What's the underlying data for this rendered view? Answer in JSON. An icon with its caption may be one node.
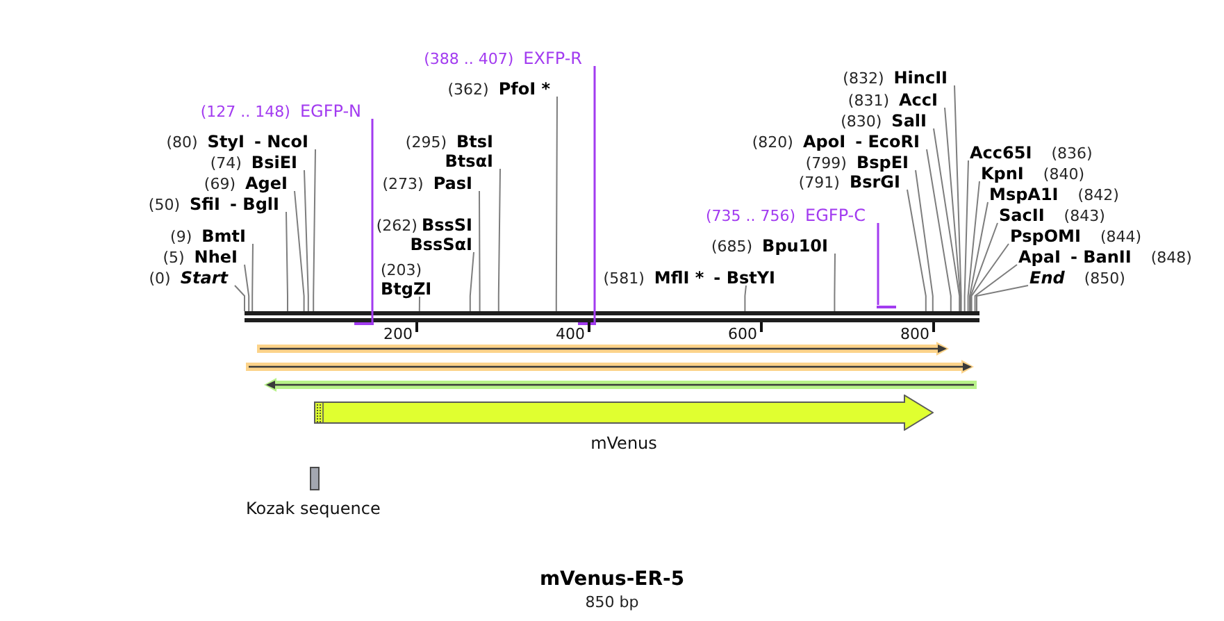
{
  "diagram": {
    "title": "mVenus-ER-5",
    "caption": "850 bp",
    "nodes": [
      {
        "text": [
          "(388 .. 407)",
          "EXFP-R"
        ]
      },
      {
        "text": [
          "(832)",
          "HincII"
        ]
      },
      {
        "text": [
          "(362)",
          "PfoI *"
        ]
      },
      {
        "text": [
          "(831)",
          "AccI"
        ]
      },
      {
        "text": [
          "(127 .. 148)",
          "EGFP-N"
        ]
      },
      {
        "text": [
          "(830)",
          "SalI"
        ]
      },
      {
        "text": [
          "(80)",
          "StyI",
          "- NcoI"
        ]
      },
      {
        "text": [
          "(295)",
          "BtsI",
          "BtsαI"
        ]
      },
      {
        "text": [
          "(820)",
          "ApoI",
          "- EcoRI"
        ]
      },
      {
        "text": [
          "Acc65I",
          "(836)"
        ]
      },
      {
        "text": [
          "(74)",
          "BsiEI"
        ]
      },
      {
        "text": [
          "(799)",
          "BspEI"
        ]
      },
      {
        "text": [
          "KpnI",
          "(840)"
        ]
      },
      {
        "text": [
          "(69)",
          "AgeI"
        ]
      },
      {
        "text": [
          "(273)",
          "PasI"
        ]
      },
      {
        "text": [
          "(791)",
          "BsrGI"
        ]
      },
      {
        "text": [
          "MspA1I",
          "(842)"
        ]
      },
      {
        "text": [
          "(50)",
          "SfiI",
          "- BglI"
        ]
      },
      {
        "text": [
          "(735 .. 756)",
          "EGFP-C"
        ]
      },
      {
        "text": [
          "SacII",
          "(843)"
        ]
      },
      {
        "text": [
          "(262)",
          "BssSI",
          "BssSαI"
        ]
      },
      {
        "text": [
          "(9)",
          "BmtI"
        ]
      },
      {
        "text": [
          "PspOMI",
          "(844)"
        ]
      },
      {
        "text": [
          "(685)",
          "Bpu10I"
        ]
      },
      {
        "text": [
          "(5)",
          "NheI"
        ]
      },
      {
        "text": [
          "ApaI",
          "- BanII",
          "(848)"
        ]
      },
      {
        "text": [
          "(0)",
          "Start"
        ]
      },
      {
        "text": [
          "(203)",
          "BtgZI"
        ]
      },
      {
        "text": [
          "(581)",
          "MflI *",
          "- BstYI"
        ]
      },
      {
        "text": [
          "End",
          "(850)"
        ]
      },
      {
        "text": [],
        "shape": "bar"
      },
      {
        "text": [],
        "shape": "bar"
      },
      {
        "text": [],
        "shape": "bar"
      },
      {
        "text": [],
        "shape": "bar"
      },
      {
        "text": [],
        "shape": "arrow"
      },
      {
        "text": [],
        "shape": "arrow"
      },
      {
        "text": [],
        "shape": "arrow"
      },
      {
        "text": [
          "mVenus"
        ]
      },
      {
        "text": [
          "Kozak sequence"
        ]
      }
    ],
    "edges": [
      {
        "from": 0,
        "to": 32,
        "arrow": "none",
        "color": "#a23bf0"
      },
      {
        "from": 1,
        "to": 30,
        "arrow": "none"
      },
      {
        "from": 2,
        "to": 30,
        "arrow": "none"
      },
      {
        "from": 3,
        "to": 30,
        "arrow": "none"
      },
      {
        "from": 4,
        "to": 31,
        "arrow": "none",
        "color": "#a23bf0"
      },
      {
        "from": 5,
        "to": 30,
        "arrow": "none"
      },
      {
        "from": 6,
        "to": 30,
        "arrow": "none"
      },
      {
        "from": 7,
        "to": 30,
        "arrow": "none"
      },
      {
        "from": 8,
        "to": 30,
        "arrow": "none"
      },
      {
        "from": 9,
        "to": 30,
        "arrow": "none"
      },
      {
        "from": 10,
        "to": 30,
        "arrow": "none"
      },
      {
        "from": 11,
        "to": 30,
        "arrow": "none"
      },
      {
        "from": 12,
        "to": 30,
        "arrow": "none"
      },
      {
        "from": 13,
        "to": 30,
        "arrow": "none"
      },
      {
        "from": 14,
        "to": 30,
        "arrow": "none"
      },
      {
        "from": 15,
        "to": 30,
        "arrow": "none"
      },
      {
        "from": 16,
        "to": 30,
        "arrow": "none"
      },
      {
        "from": 17,
        "to": 30,
        "arrow": "none"
      },
      {
        "from": 18,
        "to": 33,
        "arrow": "none",
        "color": "#a23bf0"
      },
      {
        "from": 19,
        "to": 30,
        "arrow": "none"
      },
      {
        "from": 20,
        "to": 30,
        "arrow": "none"
      },
      {
        "from": 21,
        "to": 30,
        "arrow": "none"
      },
      {
        "from": 22,
        "to": 30,
        "arrow": "none"
      },
      {
        "from": 23,
        "to": 30,
        "arrow": "none"
      },
      {
        "from": 24,
        "to": 30,
        "arrow": "none"
      },
      {
        "from": 25,
        "to": 30,
        "arrow": "none"
      },
      {
        "from": 26,
        "to": 30,
        "arrow": "none"
      },
      {
        "from": 27,
        "to": 30,
        "arrow": "none"
      },
      {
        "from": 28,
        "to": 30,
        "arrow": "none"
      },
      {
        "from": 29,
        "to": 30,
        "arrow": "none"
      }
    ],
    "labels": [
      "200",
      "400",
      "600",
      "800"
    ]
  }
}
